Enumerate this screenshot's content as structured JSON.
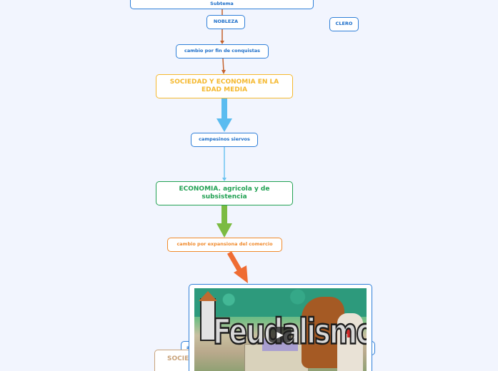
{
  "mindmap": {
    "background": "#f2f5fe",
    "nodes": {
      "subtema": "Subtema",
      "nobleza": "NOBLEZA",
      "clero": "CLERO",
      "cambio_conquistas": "cambio por fin de conquistas",
      "sociedad_economia": "SOCIEDAD Y ECONOMIA EN LA EDAD MEDIA",
      "campesinos": "campesinos siervos",
      "economia": "ECONOMIA. agricola y de subsistencia",
      "cambio_comercio": "cambio por expansiona del comercio",
      "alta_partial": "alta",
      "right_partial": "s",
      "sociedad_partial": "SOCIED"
    },
    "colors": {
      "blue_border": "#2f7fd8",
      "blue_text": "#1b6dc9",
      "gold": "#f5b82e",
      "green": "#22a153",
      "orange": "#f08a2c",
      "tan": "#c8a27a",
      "link_brown": "#c4622d",
      "arrow_blue": "#5bbcf0",
      "arrow_green": "#7cbb42",
      "arrow_orange": "#ef6c33"
    },
    "video": {
      "title": "Feudalismo",
      "play_icon": "▶"
    }
  }
}
